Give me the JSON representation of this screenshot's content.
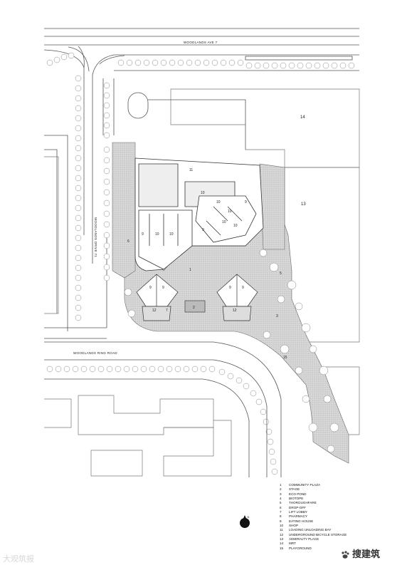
{
  "roads": {
    "north": "WOODLANDS AVE 7",
    "west": "WOODLANDS DRIVE 71",
    "south": "WOODLANDS RING ROAD"
  },
  "plan_numbers": {
    "n1": "1",
    "n2": "2",
    "n3": "3",
    "n5": "5",
    "n6": "6",
    "n7": "7",
    "n9": "9",
    "n10": "10",
    "n11": "11",
    "n12": "12",
    "n13": "13",
    "n14": "14",
    "n15": "15"
  },
  "legend": [
    {
      "n": "1",
      "label": "COMMUNITY PLAZA"
    },
    {
      "n": "2",
      "label": "STAGE"
    },
    {
      "n": "3",
      "label": "ECO POND"
    },
    {
      "n": "4",
      "label": "BIOTOPE"
    },
    {
      "n": "5",
      "label": "THOROUGHFARE"
    },
    {
      "n": "6",
      "label": "DROP-OFF"
    },
    {
      "n": "7",
      "label": "LIFT LOBBY"
    },
    {
      "n": "8",
      "label": "PHARMACY"
    },
    {
      "n": "9",
      "label": "EATING HOUSE"
    },
    {
      "n": "10",
      "label": "SHOP"
    },
    {
      "n": "11",
      "label": "LOADING UNLOADING BAY"
    },
    {
      "n": "12",
      "label": "UNDERGROUND BICYCLE STORAGE"
    },
    {
      "n": "13",
      "label": "ADMIRALTY PLACE"
    },
    {
      "n": "14",
      "label": "MRT"
    },
    {
      "n": "15",
      "label": "PLAYGROUND"
    }
  ],
  "north_arrow": "N",
  "watermarks": {
    "left": "大观筑报",
    "right": "搜建筑"
  }
}
